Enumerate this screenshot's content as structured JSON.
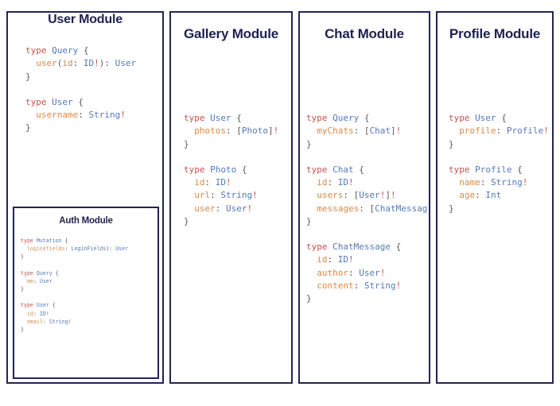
{
  "palette": {
    "border_navy": "#232552",
    "title_navy": "#1d2150",
    "keyword_red": "#c2544f",
    "typename_blue": "#5578ba",
    "field_orange": "#d98a48",
    "punctuation_gray": "#5a5a5a",
    "background": "#ffffff"
  },
  "modules": {
    "user": {
      "title": "User Module",
      "blocks": [
        {
          "lines": [
            [
              {
                "t": "type ",
                "c": "kw"
              },
              {
                "t": "Query",
                "c": "tn"
              },
              {
                "t": " {",
                "c": "pn"
              }
            ],
            [
              {
                "t": "  ",
                "c": "pn"
              },
              {
                "t": "user",
                "c": "fd"
              },
              {
                "t": "(",
                "c": "pn"
              },
              {
                "t": "id",
                "c": "fd"
              },
              {
                "t": ": ",
                "c": "pn"
              },
              {
                "t": "ID",
                "c": "tn"
              },
              {
                "t": "!",
                "c": "bang"
              },
              {
                "t": ")",
                "c": "pn"
              },
              {
                "t": ": ",
                "c": "pn"
              },
              {
                "t": "User",
                "c": "tn"
              }
            ],
            [
              {
                "t": "}",
                "c": "pn"
              }
            ]
          ]
        },
        {
          "lines": [
            [
              {
                "t": "type ",
                "c": "kw"
              },
              {
                "t": "User",
                "c": "tn"
              },
              {
                "t": " {",
                "c": "pn"
              }
            ],
            [
              {
                "t": "  ",
                "c": "pn"
              },
              {
                "t": "username",
                "c": "fd"
              },
              {
                "t": ": ",
                "c": "pn"
              },
              {
                "t": "String",
                "c": "tn"
              },
              {
                "t": "!",
                "c": "bang"
              }
            ],
            [
              {
                "t": "}",
                "c": "pn"
              }
            ]
          ]
        }
      ]
    },
    "auth": {
      "title": "Auth Module",
      "blocks": [
        {
          "lines": [
            [
              {
                "t": "type ",
                "c": "kw"
              },
              {
                "t": "Mutation",
                "c": "tn"
              },
              {
                "t": " {",
                "c": "pn"
              }
            ],
            [
              {
                "t": "  ",
                "c": "pn"
              },
              {
                "t": "login",
                "c": "fd"
              },
              {
                "t": "(",
                "c": "pn"
              },
              {
                "t": "fields",
                "c": "fd"
              },
              {
                "t": ": ",
                "c": "pn"
              },
              {
                "t": "LoginFields",
                "c": "tn"
              },
              {
                "t": ")",
                "c": "pn"
              },
              {
                "t": ": ",
                "c": "pn"
              },
              {
                "t": "User",
                "c": "tn"
              }
            ],
            [
              {
                "t": "}",
                "c": "pn"
              }
            ]
          ]
        },
        {
          "lines": [
            [
              {
                "t": "type ",
                "c": "kw"
              },
              {
                "t": "Query",
                "c": "tn"
              },
              {
                "t": " {",
                "c": "pn"
              }
            ],
            [
              {
                "t": "  ",
                "c": "pn"
              },
              {
                "t": "me",
                "c": "fd"
              },
              {
                "t": ": ",
                "c": "pn"
              },
              {
                "t": "User",
                "c": "tn"
              }
            ],
            [
              {
                "t": "}",
                "c": "pn"
              }
            ]
          ]
        },
        {
          "lines": [
            [
              {
                "t": "type ",
                "c": "kw"
              },
              {
                "t": "User",
                "c": "tn"
              },
              {
                "t": " {",
                "c": "pn"
              }
            ],
            [
              {
                "t": "  ",
                "c": "pn"
              },
              {
                "t": "id",
                "c": "fd"
              },
              {
                "t": ": ",
                "c": "pn"
              },
              {
                "t": "ID",
                "c": "tn"
              },
              {
                "t": "!",
                "c": "bang"
              }
            ],
            [
              {
                "t": "  ",
                "c": "pn"
              },
              {
                "t": "email",
                "c": "fd"
              },
              {
                "t": ": ",
                "c": "pn"
              },
              {
                "t": "String",
                "c": "tn"
              },
              {
                "t": "!",
                "c": "bang"
              }
            ],
            [
              {
                "t": "}",
                "c": "pn"
              }
            ]
          ]
        }
      ]
    },
    "gallery": {
      "title": "Gallery Module",
      "blocks": [
        {
          "lines": [
            [
              {
                "t": "type ",
                "c": "kw"
              },
              {
                "t": "User",
                "c": "tn"
              },
              {
                "t": " {",
                "c": "pn"
              }
            ],
            [
              {
                "t": "  ",
                "c": "pn"
              },
              {
                "t": "photos",
                "c": "fd"
              },
              {
                "t": ": ",
                "c": "pn"
              },
              {
                "t": "[",
                "c": "brk"
              },
              {
                "t": "Photo",
                "c": "tn"
              },
              {
                "t": "]",
                "c": "brk"
              },
              {
                "t": "!",
                "c": "bang"
              }
            ],
            [
              {
                "t": "}",
                "c": "pn"
              }
            ]
          ]
        },
        {
          "lines": [
            [
              {
                "t": "type ",
                "c": "kw"
              },
              {
                "t": "Photo",
                "c": "tn"
              },
              {
                "t": " {",
                "c": "pn"
              }
            ],
            [
              {
                "t": "  ",
                "c": "pn"
              },
              {
                "t": "id",
                "c": "fd"
              },
              {
                "t": ": ",
                "c": "pn"
              },
              {
                "t": "ID",
                "c": "tn"
              },
              {
                "t": "!",
                "c": "bang"
              }
            ],
            [
              {
                "t": "  ",
                "c": "pn"
              },
              {
                "t": "url",
                "c": "fd"
              },
              {
                "t": ": ",
                "c": "pn"
              },
              {
                "t": "String",
                "c": "tn"
              },
              {
                "t": "!",
                "c": "bang"
              }
            ],
            [
              {
                "t": "  ",
                "c": "pn"
              },
              {
                "t": "user",
                "c": "fd"
              },
              {
                "t": ": ",
                "c": "pn"
              },
              {
                "t": "User",
                "c": "tn"
              },
              {
                "t": "!",
                "c": "bang"
              }
            ],
            [
              {
                "t": "}",
                "c": "pn"
              }
            ]
          ]
        }
      ]
    },
    "chat": {
      "title": "Chat Module",
      "blocks": [
        {
          "lines": [
            [
              {
                "t": "type ",
                "c": "kw"
              },
              {
                "t": "Query",
                "c": "tn"
              },
              {
                "t": " {",
                "c": "pn"
              }
            ],
            [
              {
                "t": "  ",
                "c": "pn"
              },
              {
                "t": "myChats",
                "c": "fd"
              },
              {
                "t": ": ",
                "c": "pn"
              },
              {
                "t": "[",
                "c": "brk"
              },
              {
                "t": "Chat",
                "c": "tn"
              },
              {
                "t": "]",
                "c": "brk"
              },
              {
                "t": "!",
                "c": "bang"
              }
            ],
            [
              {
                "t": "}",
                "c": "pn"
              }
            ]
          ]
        },
        {
          "lines": [
            [
              {
                "t": "type ",
                "c": "kw"
              },
              {
                "t": "Chat",
                "c": "tn"
              },
              {
                "t": " {",
                "c": "pn"
              }
            ],
            [
              {
                "t": "  ",
                "c": "pn"
              },
              {
                "t": "id",
                "c": "fd"
              },
              {
                "t": ": ",
                "c": "pn"
              },
              {
                "t": "ID",
                "c": "tn"
              },
              {
                "t": "!",
                "c": "bang"
              }
            ],
            [
              {
                "t": "  ",
                "c": "pn"
              },
              {
                "t": "users",
                "c": "fd"
              },
              {
                "t": ": ",
                "c": "pn"
              },
              {
                "t": "[",
                "c": "brk"
              },
              {
                "t": "User",
                "c": "tn"
              },
              {
                "t": "!",
                "c": "bang"
              },
              {
                "t": "]",
                "c": "brk"
              },
              {
                "t": "!",
                "c": "bang"
              }
            ],
            [
              {
                "t": "  ",
                "c": "pn"
              },
              {
                "t": "messages",
                "c": "fd"
              },
              {
                "t": ": ",
                "c": "pn"
              },
              {
                "t": "[",
                "c": "brk"
              },
              {
                "t": "ChatMessage",
                "c": "tn"
              },
              {
                "t": "]",
                "c": "brk"
              },
              {
                "t": "!",
                "c": "bang"
              }
            ],
            [
              {
                "t": "}",
                "c": "pn"
              }
            ]
          ]
        },
        {
          "lines": [
            [
              {
                "t": "type ",
                "c": "kw"
              },
              {
                "t": "ChatMessage",
                "c": "tn"
              },
              {
                "t": " {",
                "c": "pn"
              }
            ],
            [
              {
                "t": "  ",
                "c": "pn"
              },
              {
                "t": "id",
                "c": "fd"
              },
              {
                "t": ": ",
                "c": "pn"
              },
              {
                "t": "ID",
                "c": "tn"
              },
              {
                "t": "!",
                "c": "bang"
              }
            ],
            [
              {
                "t": "  ",
                "c": "pn"
              },
              {
                "t": "author",
                "c": "fd"
              },
              {
                "t": ": ",
                "c": "pn"
              },
              {
                "t": "User",
                "c": "tn"
              },
              {
                "t": "!",
                "c": "bang"
              }
            ],
            [
              {
                "t": "  ",
                "c": "pn"
              },
              {
                "t": "content",
                "c": "fd"
              },
              {
                "t": ": ",
                "c": "pn"
              },
              {
                "t": "String",
                "c": "tn"
              },
              {
                "t": "!",
                "c": "bang"
              }
            ],
            [
              {
                "t": "}",
                "c": "pn"
              }
            ]
          ]
        }
      ]
    },
    "profile": {
      "title": "Profile Module",
      "blocks": [
        {
          "lines": [
            [
              {
                "t": "type ",
                "c": "kw"
              },
              {
                "t": "User",
                "c": "tn"
              },
              {
                "t": " {",
                "c": "pn"
              }
            ],
            [
              {
                "t": "  ",
                "c": "pn"
              },
              {
                "t": "profile",
                "c": "fd"
              },
              {
                "t": ": ",
                "c": "pn"
              },
              {
                "t": "Profile",
                "c": "tn"
              },
              {
                "t": "!",
                "c": "bang"
              }
            ],
            [
              {
                "t": "}",
                "c": "pn"
              }
            ]
          ]
        },
        {
          "lines": [
            [
              {
                "t": "type ",
                "c": "kw"
              },
              {
                "t": "Profile",
                "c": "tn"
              },
              {
                "t": " {",
                "c": "pn"
              }
            ],
            [
              {
                "t": "  ",
                "c": "pn"
              },
              {
                "t": "name",
                "c": "fd"
              },
              {
                "t": ": ",
                "c": "pn"
              },
              {
                "t": "String",
                "c": "tn"
              },
              {
                "t": "!",
                "c": "bang"
              }
            ],
            [
              {
                "t": "  ",
                "c": "pn"
              },
              {
                "t": "age",
                "c": "fd"
              },
              {
                "t": ": ",
                "c": "pn"
              },
              {
                "t": "Int",
                "c": "tn"
              }
            ],
            [
              {
                "t": "}",
                "c": "pn"
              }
            ]
          ]
        }
      ]
    }
  }
}
